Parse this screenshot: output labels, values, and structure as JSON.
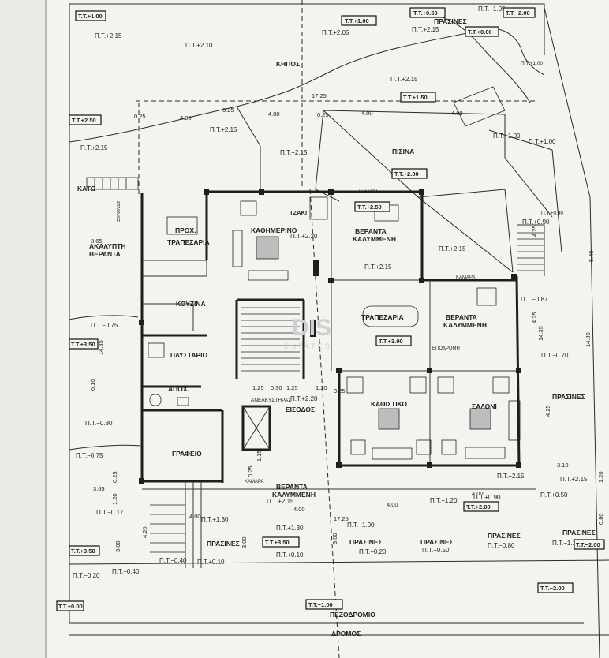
{
  "rooms": {
    "kipos": "ΚΗΠΟΣ",
    "pisina": "ΠΙΣΙΝΑ",
    "kathimerino": "ΚΑΘΗΜΕΡΙΝΟ",
    "tzaki": "ΤΖΑΚΙ",
    "prox": "ΠΡΟΧ.",
    "trapezaria_1": "ΤΡΑΠΕΖΑΡΙΑ",
    "akalypti_1": "ΑΚΑΛΥΠΤΗ",
    "akalypti_2": "ΒΕΡΑΝΤΑ",
    "kouzina": "ΚΟΥΖΙΝΑ",
    "plystirio": "ΠΛΥΣΤΑΡΙΟ",
    "apox": "ΑΠΟΧ.",
    "grafeio": "ΓΡΑΦΕΙΟ",
    "veranta_top_1": "ΒΕΡΑΝΤΑ",
    "veranta_top_2": "ΚΑΛΥΜΜΕΝΗ",
    "veranta_right_1": "ΒΕΡΑΝΤΑ",
    "veranta_right_2": "ΚΑΛΥΜΜΕΝΗ",
    "veranta_bottom_1": "ΒΕΡΑΝΤΑ",
    "veranta_bottom_2": "ΚΑΛΥΜΜΕΝΗ",
    "trapezaria_2": "ΤΡΑΠΕΖΑΡΙΑ",
    "kathistiko": "ΚΑΘΙΣΤΙΚΟ",
    "saloni": "ΣΑΛΟΝΙ",
    "eisodos": "ΕΙΣΟΔΟΣ",
    "anelkystiras": "ΑΝΕΛΚΥΣΤΗΡΑΣ",
    "kato": "ΚΑΤΩ",
    "kamara_1": "ΚΑΜΑΡΑ",
    "kamara_2": "ΚΑΜΑΡΑ",
    "kamara_3": "ΚΑΜΑΡΑ",
    "prasines": [
      "ΠΡΑΣΙΝΕΣ",
      "ΠΡΑΣΙΝΕΣ",
      "ΠΡΑΣΙΝΕΣ",
      "ΠΡΑΣΙΝΕΣ",
      "ΠΡΑΣΙΝΕΣ",
      "ΠΡΑΣΙΝΕΣ",
      "ΠΡΑΣΙΝΕΣ"
    ],
    "pezodromio": "ΠΕΖΟΔΡΟΜΙΟ",
    "dromos": "ΔΡΟΜΟΣ",
    "stathmos": "ΣΤΑΘΜΟΣ",
    "epodromi": "ΕΠΟΔΡΟΜΗ"
  },
  "levels": {
    "pt_215_a": "Π.Τ.+2.15",
    "pt_210": "Π.Τ.+2.10",
    "pt_205": "Π.Τ.+2.05",
    "pt_215_b": "Π.Τ.+2.15",
    "pt_215_c": "Π.Τ.+2.15",
    "pt_215_d": "Π.Τ.+2.15",
    "pt_215_e": "Π.Τ.+2.15",
    "pt_215_f": "Π.Τ.+2.15",
    "pt_215_g": "Π.Τ.+2.15",
    "pt_215_h": "Π.Τ.+2.15",
    "pt_215_i": "Π.Τ.+2.15",
    "pt_215_j": "Π.Τ.+2.15",
    "pt_215_k": "Π.Τ.+2.15",
    "pt_220_a": "Π.Τ.+2.20",
    "pt_220_b": "Π.Τ.+2.20",
    "pt_105": "Π.Τ.+1.05",
    "pt_100_a": "Π.Τ.+1.00",
    "pt_100_b": "Π.Τ.+1.00",
    "pt_100_c": "Π.Τ.+1.00",
    "pt_090_a": "Π.Τ.+0.90",
    "pt_090_b": "Π.Τ.+0.90",
    "pt_090_c": "Π.Τ.+0.90",
    "pt_m075_a": "Π.Τ.−0.75",
    "pt_m075_b": "Π.Τ.−0.75",
    "pt_m080": "Π.Τ.−0.80",
    "pt_m070": "Π.Τ.−0.70",
    "pt_m087": "Π.Τ.−0.87",
    "pt_m017": "Π.Τ.−0.17",
    "pt_m040_a": "Π.Τ.−0.40",
    "pt_m040_b": "Π.Τ.−0.40",
    "pt_m020_a": "Π.Τ.−0.20",
    "pt_m020_b": "Π.Τ.−0.20",
    "pt_m050": "Π.Τ.−0.50",
    "pt_m080_b": "Π.Τ.−0.80",
    "pt_010_a": "Π.Τ.+0.10",
    "pt_010_b": "Π.Τ.+0.10",
    "pt_130_a": "Π.Τ.+1.30",
    "pt_130_b": "Π.Τ.+1.30",
    "pt_m100": "Π.Τ.−1.00",
    "pt_m1x": "Π.Τ.−1.1",
    "pt_120": "Π.Τ.+1.20",
    "pt_050": "Π.Τ.+0.50"
  },
  "tags": {
    "tt_100_a": "Τ.Τ.+1.00",
    "tt_100_b": "Τ.Τ.+1.00",
    "tt_050": "Τ.Τ.+0.50",
    "tt_m200_a": "Τ.Τ.−2.00",
    "tt_000_a": "Τ.Τ.+0.00",
    "tt_150": "Τ.Τ.+1.50",
    "tt_250_a": "Τ.Τ.+2.50",
    "tt_200_a": "Τ.Τ.+2.00",
    "tt_250_b": "Τ.Τ.+2.50",
    "tt_350_a": "Τ.Τ.+3.50",
    "tt_300": "Τ.Τ.+3.00",
    "tt_200_b": "Τ.Τ.+2.00",
    "tt_350_b": "Τ.Τ.+3.50",
    "tt_350_c": "Τ.Τ.+3.50",
    "tt_m200_b": "Τ.Τ.−2.00",
    "tt_m200_c": "Τ.Τ.−2.00",
    "tt_000_b": "Τ.Τ.+0.00",
    "tt_m100": "Τ.Τ.−1.00"
  },
  "dims": {
    "d1725_a": "17.25",
    "d0625_a": "0.25",
    "d0625_b": "0.25",
    "d400_a": "4.00",
    "d400_b": "4.00",
    "d400_c": "4.00",
    "d400_d": "4.00",
    "d025_c": "0.25",
    "d365_a": "3.65",
    "d365_b": "3.65",
    "d1435_a": "14.35",
    "d1435_b": "14.35",
    "d125_a": "1.25",
    "d030": "0.30",
    "d125_b": "1.25",
    "d120_a": "1.20",
    "d025_d": "0.25",
    "d425_a": "4.25",
    "d425_b": "4.25",
    "d425_c": "4.25",
    "d310": "3.10",
    "d400_e": "4.00",
    "d400_f": "4.00",
    "d400_g": "4.00",
    "d400_h": "4.00",
    "d1725_b": "17.25",
    "d300_a": "3.00",
    "d300_b": "3.00",
    "d300_c": "3.00",
    "d420": "4.20",
    "d115": "1.15",
    "d025_e": "0.25",
    "d120_b": "1.20",
    "d025_f": "0.25",
    "d540": "5.40",
    "d010": "0.10",
    "d1435_c": "14.35",
    "d120_c": "1.20",
    "d080": "0.80"
  },
  "watermark": {
    "main": "DIS",
    "sub": "ESTATES"
  },
  "colors": {
    "line": "#222222",
    "paper": "#f4f3ef",
    "margin": "#ebeae6"
  }
}
